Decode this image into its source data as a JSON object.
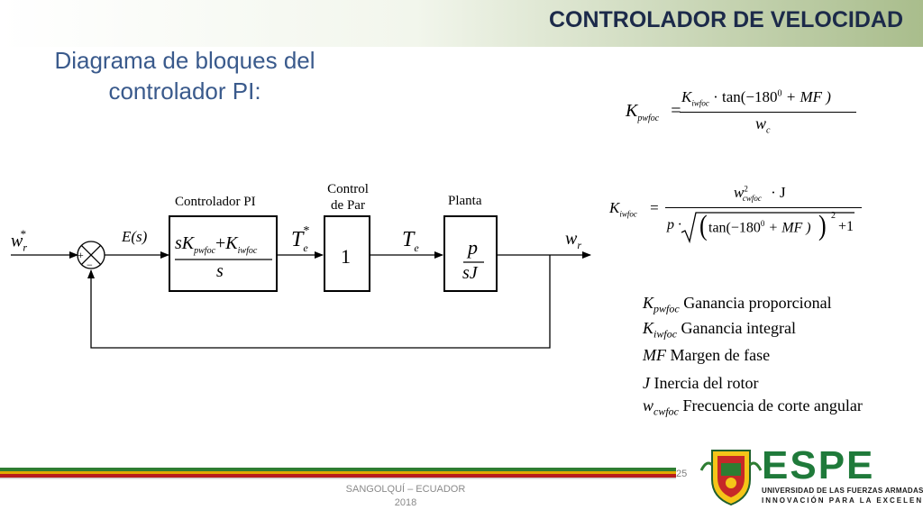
{
  "slide": {
    "title": "CONTROLADOR DE VELOCIDAD",
    "subtitle_line1": "Diagrama de bloques del",
    "subtitle_line2": "controlador PI:",
    "page_number": "25",
    "footer_line1": "SANGOLQUÍ – ECUADOR",
    "footer_line2": "2018"
  },
  "diagram": {
    "block_pi_label": "Controlador PI",
    "block_par_label_1": "Control",
    "block_par_label_2": "de Par",
    "block_par_value": "1",
    "block_plant_label": "Planta",
    "signal_ref": "w",
    "signal_ref_sub": "r",
    "signal_ref_sup": "*",
    "signal_error": "E(s)",
    "signal_te_ref": "T",
    "signal_te_ref_sub": "e",
    "signal_te_ref_sup": "*",
    "signal_te": "T",
    "signal_te_sub": "e",
    "signal_out": "w",
    "signal_out_sub": "r",
    "sum_plus": "+",
    "sum_minus": "−",
    "pi_num_s": "sK",
    "pi_num_kp_sub": "pwfoc",
    "pi_num_plus": "+",
    "pi_num_ki": "K",
    "pi_num_ki_sub": "iwfoc",
    "pi_den": "s",
    "plant_num": "p",
    "plant_den": "sJ"
  },
  "equations": {
    "kp_lhs": "K",
    "kp_lhs_sub": "pwfoc",
    "eq": "=",
    "kp_num_k": "K",
    "kp_num_k_sub": "iwfoc",
    "kp_num_rest": "· tan(−180",
    "kp_num_sup": "0",
    "kp_num_end": "+ MF )",
    "kp_den": "w",
    "kp_den_sub": "c",
    "ki_lhs": "K",
    "ki_lhs_sub": "iwfoc",
    "ki_num_w": "w",
    "ki_num_sup": "2",
    "ki_num_sub": "cwfoc",
    "ki_num_rest": "· J",
    "ki_den_p": "p ·",
    "ki_den_tan": "tan(−180",
    "ki_den_sup0": "0",
    "ki_den_mf": "+ MF )",
    "ki_den_sup2": "2",
    "ki_den_plus1": "+1"
  },
  "legend": [
    {
      "symbol": "K",
      "sub": "pwfoc",
      "text": " Ganancia proporcional"
    },
    {
      "symbol": "K",
      "sub": "iwfoc",
      "text": " Ganancia integral"
    },
    {
      "symbol": "MF",
      "sub": "",
      "text": " Margen de fase"
    },
    {
      "symbol": "J",
      "sub": "",
      "text": "  Inercia del rotor"
    },
    {
      "symbol": "w",
      "sub": "cwfoc",
      "text": " Frecuencia de corte angular"
    }
  ],
  "logo": {
    "word": "ESPE",
    "line1": "UNIVERSIDAD DE LAS FUERZAS ARMADAS",
    "line2": "INNOVACIÓN PARA LA EXCELENCIA"
  },
  "colors": {
    "title": "#1c2a4a",
    "subtitle": "#3a5a8c",
    "logo_green": "#1f7a3a"
  }
}
